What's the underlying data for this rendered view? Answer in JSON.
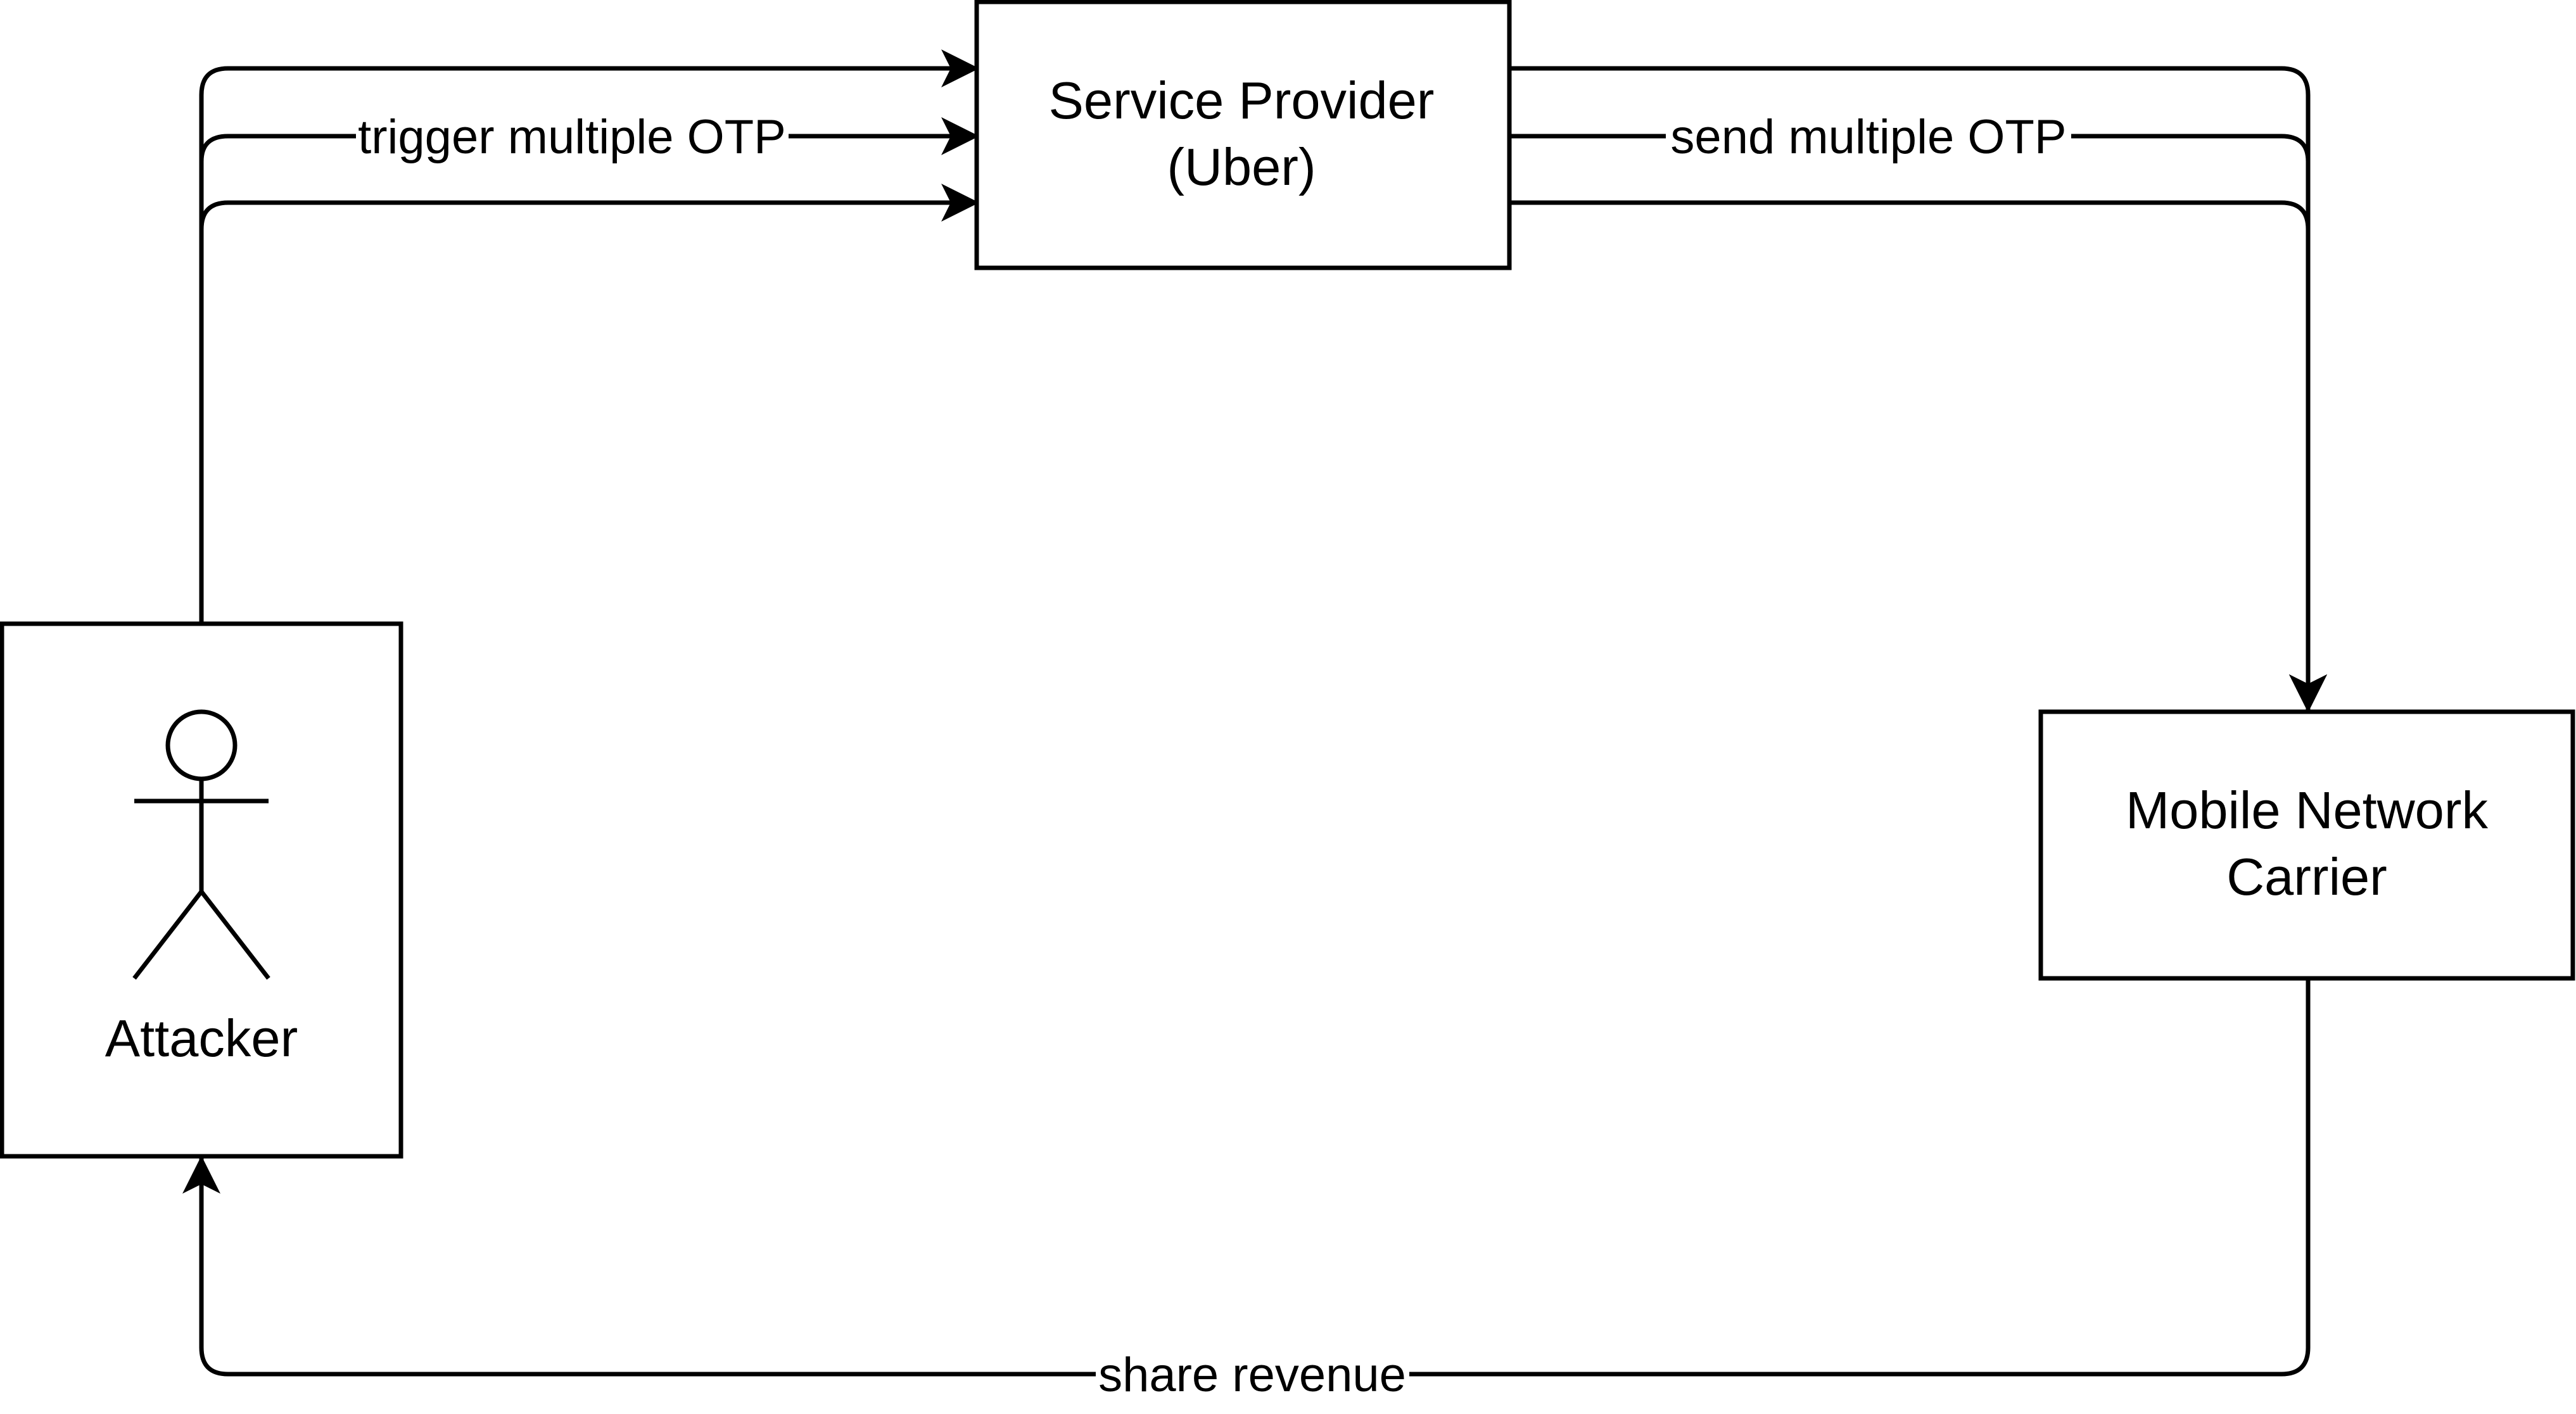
{
  "nodes": {
    "service_provider": {
      "line1": "Service Provider",
      "line2": "(Uber)"
    },
    "carrier": {
      "line1": "Mobile Network",
      "line2": "Carrier"
    },
    "attacker": {
      "label": "Attacker",
      "icon": "stick-figure-actor-icon"
    }
  },
  "edges": {
    "trigger_label": "trigger multiple OTP",
    "send_label": "send multiple OTP",
    "revenue_label": "share revenue"
  },
  "colors": {
    "stroke": "#000000",
    "background": "#ffffff"
  }
}
